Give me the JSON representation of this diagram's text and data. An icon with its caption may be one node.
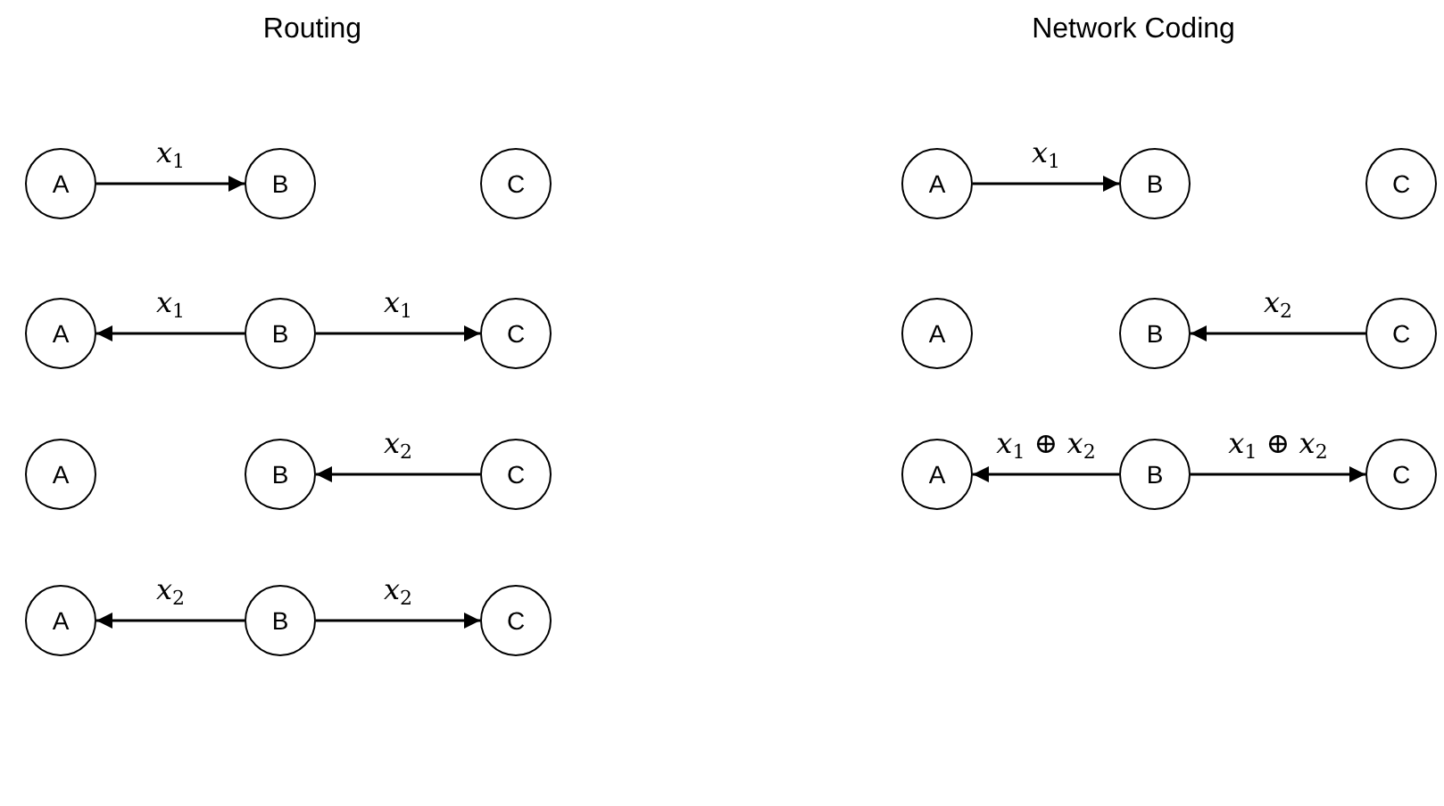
{
  "diagram": {
    "nodes": [
      {
        "text": [
          "A"
        ]
      },
      {
        "text": [
          "B"
        ]
      },
      {
        "text": [
          "C"
        ]
      },
      {
        "text": [
          "A"
        ]
      },
      {
        "text": [
          "B"
        ]
      },
      {
        "text": [
          "C"
        ]
      },
      {
        "text": [
          "A"
        ]
      },
      {
        "text": [
          "B"
        ]
      },
      {
        "text": [
          "C"
        ]
      },
      {
        "text": [
          "A"
        ]
      },
      {
        "text": [
          "B"
        ]
      },
      {
        "text": [
          "C"
        ]
      },
      {
        "text": [
          "A"
        ]
      },
      {
        "text": [
          "B"
        ]
      },
      {
        "text": [
          "C"
        ]
      },
      {
        "text": [
          "A"
        ]
      },
      {
        "text": [
          "B"
        ]
      },
      {
        "text": [
          "C"
        ]
      },
      {
        "text": [
          "A"
        ]
      },
      {
        "text": [
          "B"
        ]
      },
      {
        "text": [
          "C"
        ]
      }
    ],
    "edges": [
      {
        "from": 0,
        "to": 1,
        "arrow": "to",
        "label": "*x*$_{1}$"
      },
      {
        "from": 4,
        "to": 3,
        "arrow": "to",
        "label": "*x*$_{1}$"
      },
      {
        "from": 4,
        "to": 5,
        "arrow": "to",
        "label": "*x*$_{1}$"
      },
      {
        "from": 8,
        "to": 7,
        "arrow": "to",
        "label": "*x*$_{2}$"
      },
      {
        "from": 10,
        "to": 9,
        "arrow": "to",
        "label": "*x*$_{2}$"
      },
      {
        "from": 10,
        "to": 11,
        "arrow": "to",
        "label": "*x*$_{2}$"
      },
      {
        "from": 12,
        "to": 13,
        "arrow": "to",
        "label": "*x*$_{1}$"
      },
      {
        "from": 17,
        "to": 16,
        "arrow": "to",
        "label": "*x*$_{2}$"
      },
      {
        "from": 19,
        "to": 18,
        "arrow": "to",
        "label": "*x*$_{1}$ ⊕ *x*$_{2}$"
      },
      {
        "from": 19,
        "to": 20,
        "arrow": "to",
        "label": "*x*$_{1}$ ⊕ *x*$_{2}$"
      }
    ],
    "labels": [
      "Routing",
      "Network Coding"
    ]
  }
}
